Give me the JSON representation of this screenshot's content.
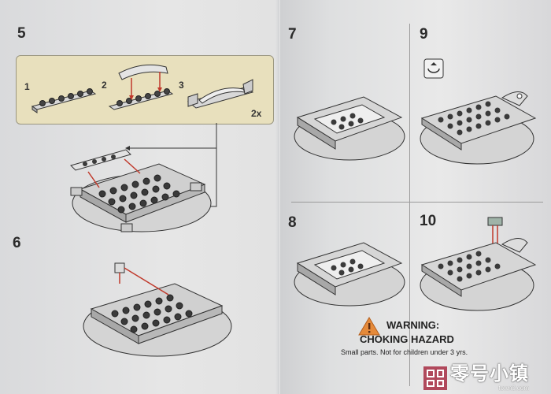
{
  "steps": {
    "s5": "5",
    "s6": "6",
    "s7": "7",
    "s8": "8",
    "s9": "9",
    "s10": "10"
  },
  "subassembly": {
    "sub1": "1",
    "sub2": "2",
    "sub3": "3",
    "quantity": "2x"
  },
  "warning": {
    "title": "WARNING:",
    "subtitle": "CHOKING HAZARD",
    "small_print": "Small parts. Not for children under 3 yrs."
  },
  "watermark": {
    "text": "零号小镇",
    "url": "town0.com"
  },
  "colors": {
    "paper": "#e3e3e3",
    "subassembly_bg": "#e8e0bd",
    "arrow": "#c0392b",
    "brick": "#cfd0d0",
    "watermark": "#b0485b"
  }
}
